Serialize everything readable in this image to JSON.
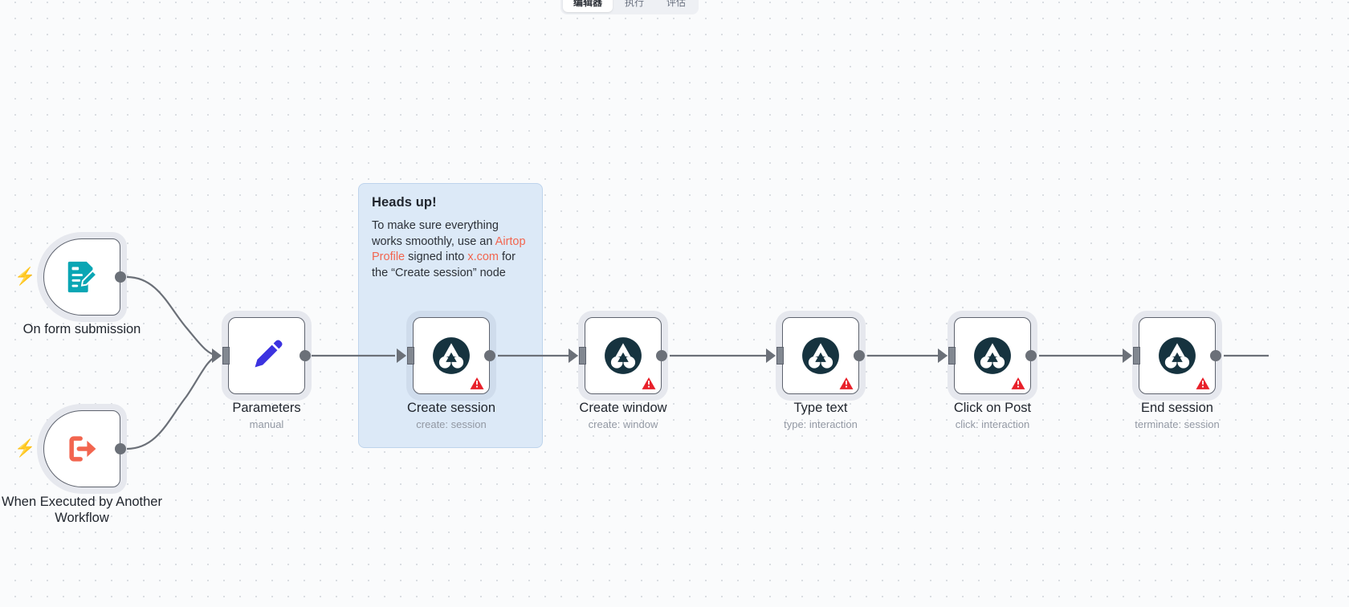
{
  "topbar": {
    "tabs": [
      {
        "label": "编辑器",
        "active": true
      },
      {
        "label": "执行",
        "active": false
      },
      {
        "label": "评估",
        "active": false
      }
    ]
  },
  "sticky_note": {
    "title": "Heads up!",
    "body_part1": "To make sure everything works smoothly, use an ",
    "link1": "Airtop Profile",
    "body_part2": " signed into ",
    "link2": "x.com",
    "body_part3": " for the “Create session” node"
  },
  "colors": {
    "canvas_background": "#fafbfc",
    "grid_dot": "#d8dbe0",
    "sticky_fill": "#dce9f7",
    "sticky_border": "#bed4ec",
    "sticky_link": "#f2654f",
    "node_border": "#5e636e",
    "node_halo": "#e6e8ee",
    "connector": "#6b7078",
    "warning_red": "#e8202a",
    "airtop_dark": "#16333f",
    "form_teal": "#0aa6b4",
    "pencil_blue": "#3c33e0",
    "trigger_orange": "#f2654f",
    "label_text": "#21262e",
    "subtitle_text": "#9298a3"
  },
  "nodes": [
    {
      "id": "on-form-submission",
      "label": "On form submission",
      "subtitle": "",
      "icon": "form-document-pencil-icon",
      "type": "trigger",
      "has_warning": false,
      "has_bolt": true
    },
    {
      "id": "when-executed-by-another-workflow",
      "label": "When Executed by Another Workflow",
      "subtitle": "",
      "icon": "execute-workflow-arrow-icon",
      "type": "trigger",
      "has_warning": false,
      "has_bolt": true
    },
    {
      "id": "parameters",
      "label": "Parameters",
      "subtitle": "manual",
      "icon": "pencil-icon",
      "type": "action",
      "has_warning": false,
      "has_bolt": false
    },
    {
      "id": "create-session",
      "label": "Create session",
      "subtitle": "create: session",
      "icon": "airtop-icon",
      "type": "action",
      "has_warning": true,
      "has_bolt": false
    },
    {
      "id": "create-window",
      "label": "Create window",
      "subtitle": "create: window",
      "icon": "airtop-icon",
      "type": "action",
      "has_warning": true,
      "has_bolt": false
    },
    {
      "id": "type-text",
      "label": "Type text",
      "subtitle": "type: interaction",
      "icon": "airtop-icon",
      "type": "action",
      "has_warning": true,
      "has_bolt": false
    },
    {
      "id": "click-on-post",
      "label": "Click on Post",
      "subtitle": "click: interaction",
      "icon": "airtop-icon",
      "type": "action",
      "has_warning": true,
      "has_bolt": false
    },
    {
      "id": "end-session",
      "label": "End session",
      "subtitle": "terminate: session",
      "icon": "airtop-icon",
      "type": "action",
      "has_warning": true,
      "has_bolt": false
    }
  ]
}
